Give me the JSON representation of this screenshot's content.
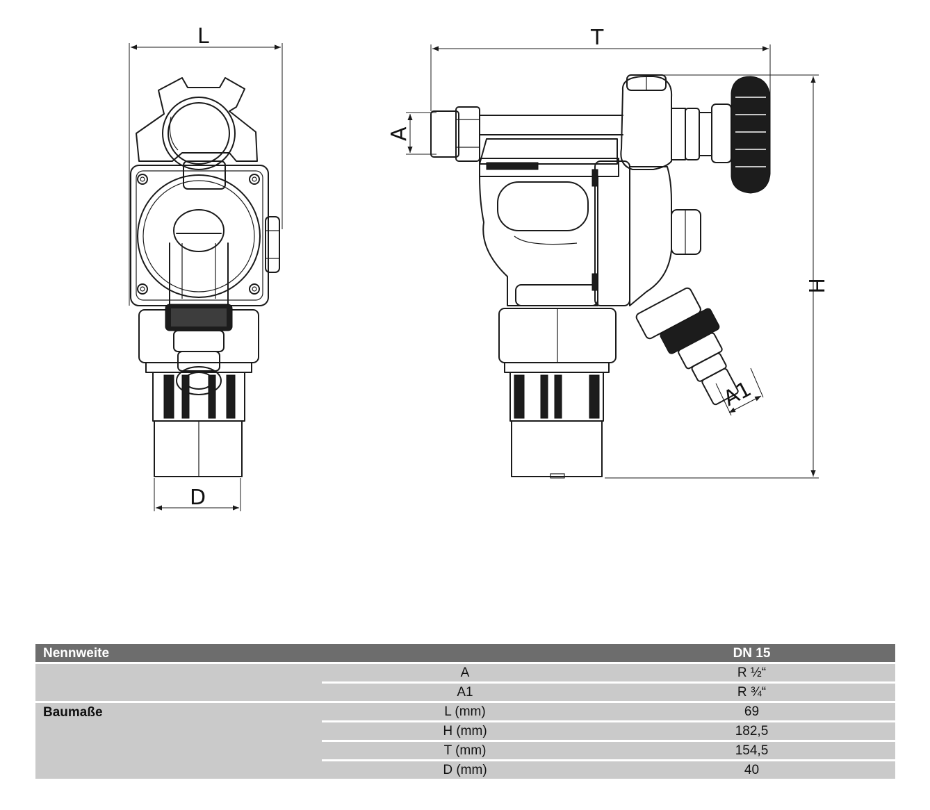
{
  "drawing": {
    "dimension_labels": {
      "L": "L",
      "T": "T",
      "A": "A",
      "H": "H",
      "D": "D",
      "A1": "A1"
    }
  },
  "table": {
    "header": {
      "col1": "Nennweite",
      "col2": "",
      "col3": "DN 15"
    },
    "group_label": "Baumaße",
    "rows": [
      {
        "param": "A",
        "value": "R ½“"
      },
      {
        "param": "A1",
        "value": "R ¾“"
      },
      {
        "param": "L (mm)",
        "value": "69"
      },
      {
        "param": "H (mm)",
        "value": "182,5"
      },
      {
        "param": "T (mm)",
        "value": "154,5"
      },
      {
        "param": "D (mm)",
        "value": "40"
      }
    ]
  }
}
